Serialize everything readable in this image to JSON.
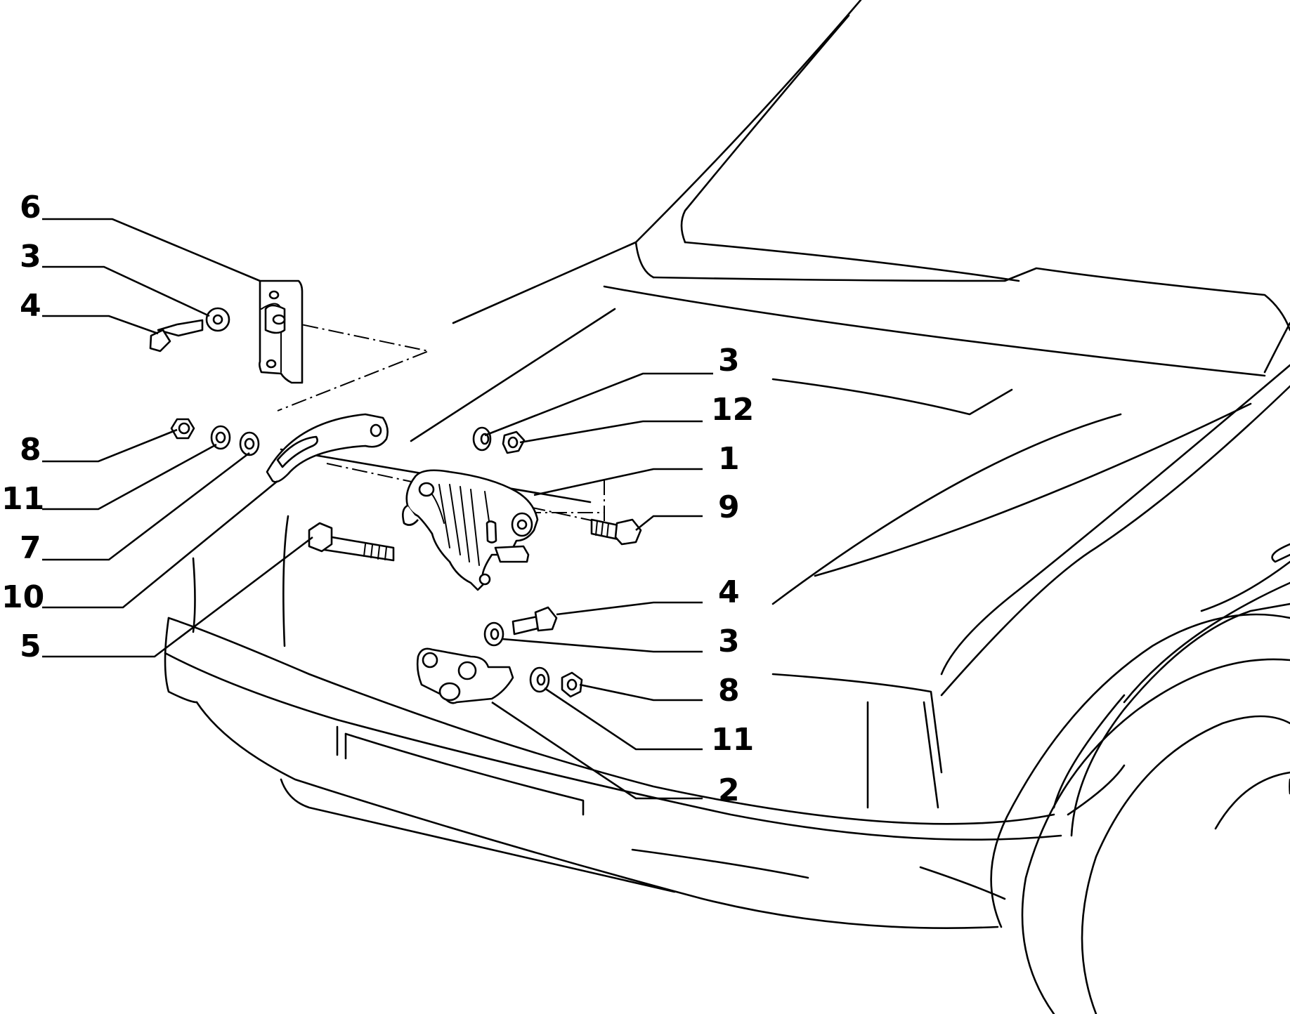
{
  "callouts": [
    {
      "id": "c6-top",
      "label": "6"
    },
    {
      "id": "c3-top",
      "label": "3"
    },
    {
      "id": "c4-top",
      "label": "4"
    },
    {
      "id": "c8-left",
      "label": "8"
    },
    {
      "id": "c11-left",
      "label": "11"
    },
    {
      "id": "c7-left",
      "label": "7"
    },
    {
      "id": "c10-left",
      "label": "10"
    },
    {
      "id": "c5-left",
      "label": "5"
    },
    {
      "id": "c3-right-top",
      "label": "3"
    },
    {
      "id": "c12-right",
      "label": "12"
    },
    {
      "id": "c1-right",
      "label": "1"
    },
    {
      "id": "c9-right",
      "label": "9"
    },
    {
      "id": "c4-right",
      "label": "4"
    },
    {
      "id": "c3-right-mid",
      "label": "3"
    },
    {
      "id": "c8-right",
      "label": "8"
    },
    {
      "id": "c11-right",
      "label": "11"
    },
    {
      "id": "c2-right",
      "label": "2"
    }
  ]
}
